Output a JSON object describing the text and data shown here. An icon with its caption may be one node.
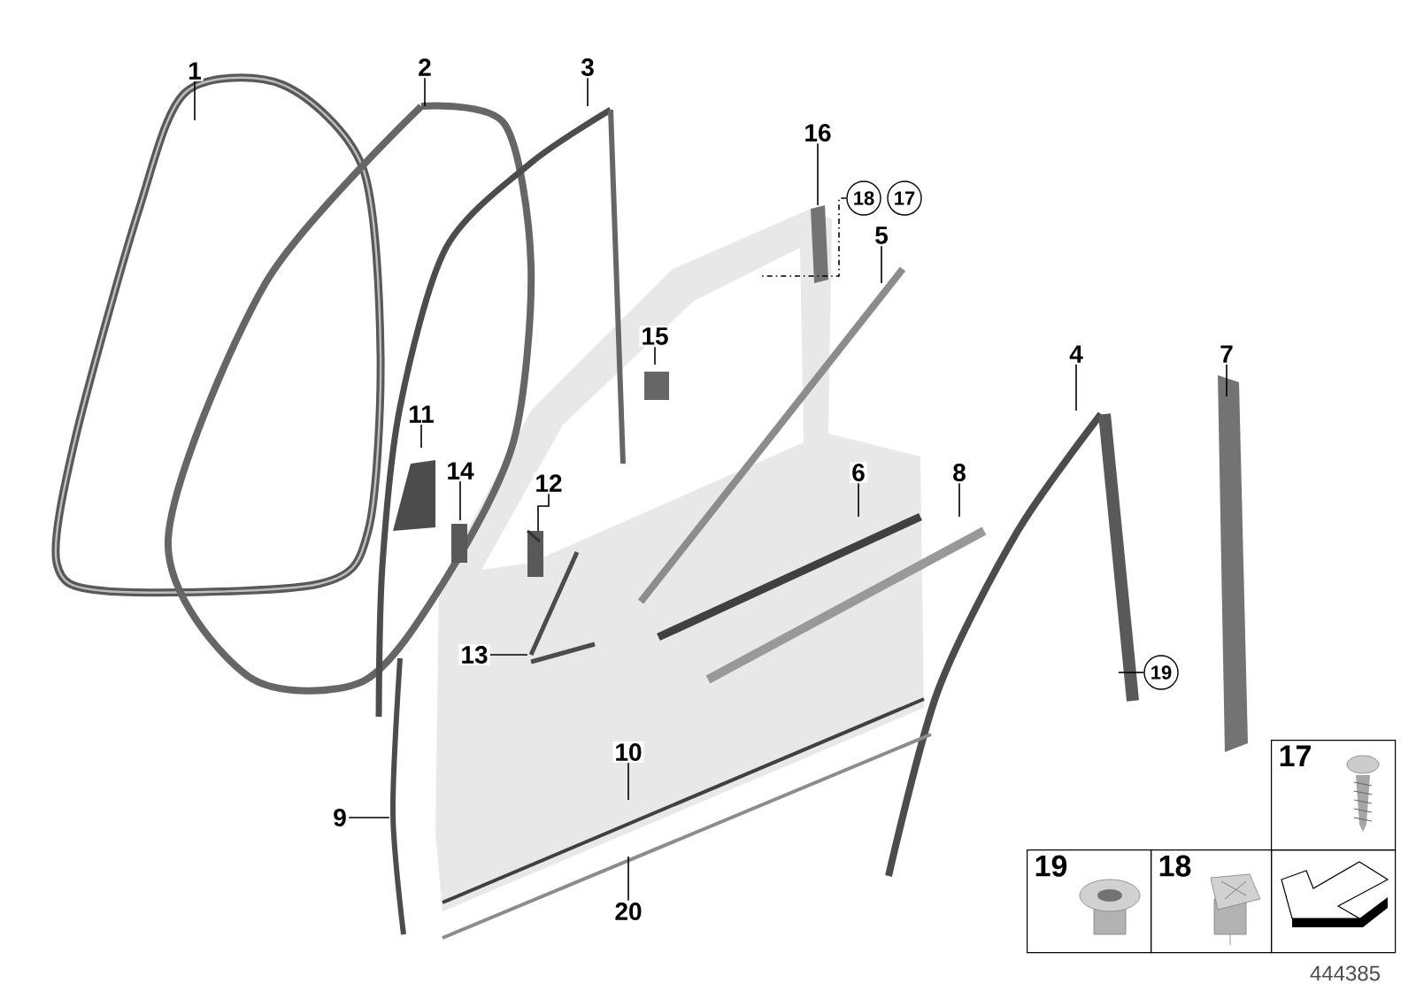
{
  "diagram": {
    "nodes": [
      {
        "text": [
          "1"
        ]
      },
      {
        "text": [
          "2"
        ]
      },
      {
        "text": [
          "3"
        ]
      },
      {
        "text": [
          "16"
        ]
      },
      {
        "text": [
          "18"
        ]
      },
      {
        "text": [
          "17"
        ]
      },
      {
        "text": [
          "5"
        ]
      },
      {
        "text": [
          "15"
        ]
      },
      {
        "text": [
          "4"
        ]
      },
      {
        "text": [
          "7"
        ]
      },
      {
        "text": [
          "11"
        ]
      },
      {
        "text": [
          "14"
        ]
      },
      {
        "text": [
          "12"
        ]
      },
      {
        "text": [
          "6"
        ]
      },
      {
        "text": [
          "8"
        ]
      },
      {
        "text": [
          "13"
        ]
      },
      {
        "text": [
          "19"
        ]
      },
      {
        "text": [
          "10"
        ]
      },
      {
        "text": [
          "9"
        ]
      },
      {
        "text": [
          "20"
        ]
      },
      {
        "text": [
          "17"
        ]
      },
      {
        "text": [
          "19"
        ]
      },
      {
        "text": [
          "18"
        ]
      },
      {
        "text": [],
        "shape": "box"
      }
    ],
    "edges": [
      {
        "from": 0,
        "to": null,
        "arrow": "none"
      },
      {
        "from": 1,
        "to": null,
        "arrow": "none"
      },
      {
        "from": 2,
        "to": null,
        "arrow": "none"
      },
      {
        "from": 3,
        "to": null,
        "arrow": "none"
      },
      {
        "from": 4,
        "to": null,
        "arrow": "none",
        "style": "dashed"
      },
      {
        "from": 6,
        "to": null,
        "arrow": "none"
      },
      {
        "from": 7,
        "to": null,
        "arrow": "none"
      },
      {
        "from": 8,
        "to": null,
        "arrow": "none"
      },
      {
        "from": 9,
        "to": null,
        "arrow": "none"
      },
      {
        "from": 10,
        "to": null,
        "arrow": "none"
      },
      {
        "from": 11,
        "to": null,
        "arrow": "none"
      },
      {
        "from": 12,
        "to": null,
        "arrow": "none"
      },
      {
        "from": 13,
        "to": null,
        "arrow": "none"
      },
      {
        "from": 14,
        "to": null,
        "arrow": "none"
      },
      {
        "from": 15,
        "to": null,
        "arrow": "none"
      },
      {
        "from": 16,
        "to": null,
        "arrow": "none"
      },
      {
        "from": 17,
        "to": null,
        "arrow": "none"
      },
      {
        "from": 18,
        "to": null,
        "arrow": "none"
      },
      {
        "from": 19,
        "to": null,
        "arrow": "none"
      }
    ],
    "labels": [
      "444385"
    ]
  }
}
